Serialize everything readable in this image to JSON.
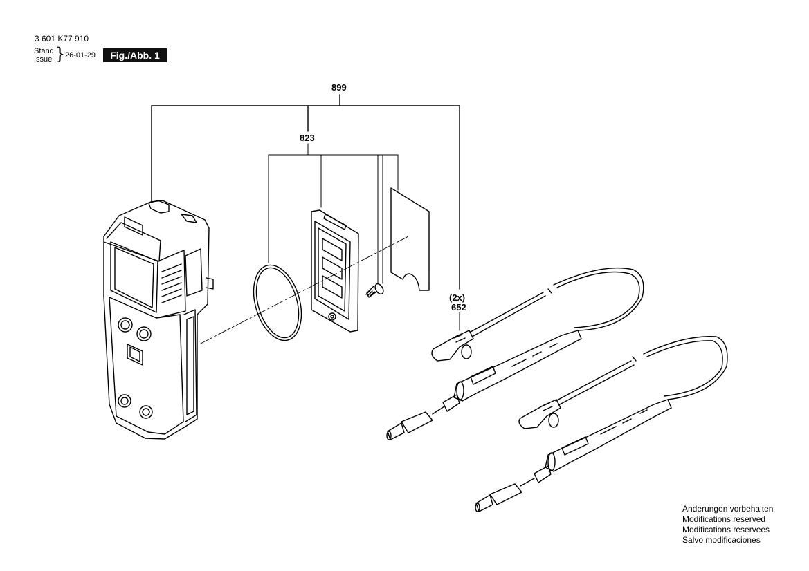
{
  "header": {
    "part_number": "3 601 K77 910",
    "stand_label": "Stand",
    "issue_label": "Issue",
    "brace": "}",
    "issue_date": "26-01-29",
    "figure_label": "Fig./Abb. 1"
  },
  "callouts": {
    "assembly_899": "899",
    "assembly_823": "823",
    "quantity_652": "(2x)",
    "part_652": "652"
  },
  "disclaimer": [
    "Änderungen vorbehalten",
    "Modifications reserved",
    "Modifications reservees",
    "Salvo modificaciones"
  ]
}
